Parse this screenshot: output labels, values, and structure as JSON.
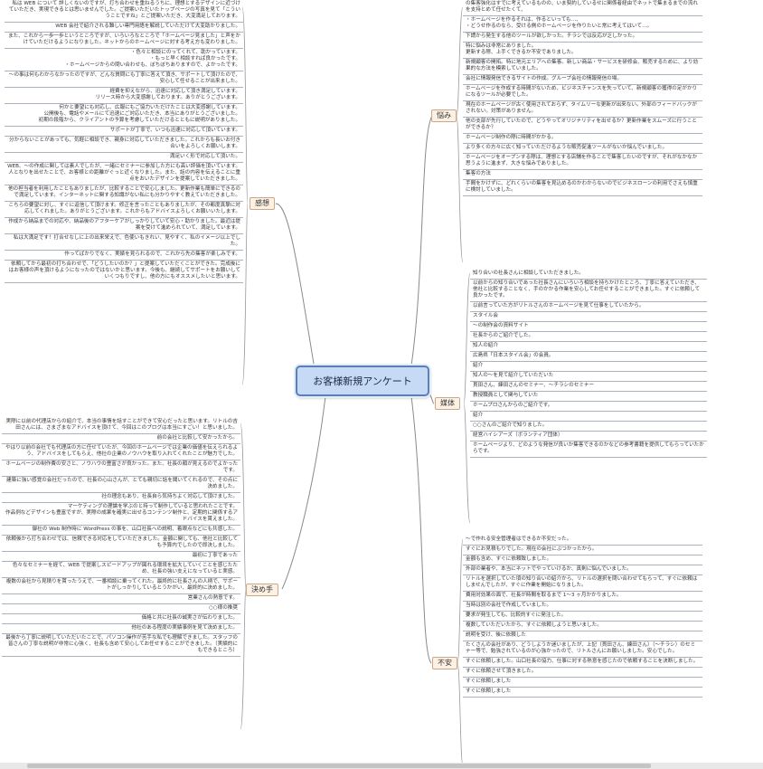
{
  "central": "お客様新規アンケート",
  "branches": {
    "kansou": "感想",
    "nayami": "悩み",
    "baitai": "媒体",
    "kimete": "決め手",
    "fuan": "不安"
  },
  "nayami_notes": [
    "の集客強化はすでに考えているものの、いま契約しているせに関係者経由でネットで集まるまでの流れを支持とめて任せたくて、",
    "・ホームページを作るそれは、作るといっても…、\n・どうせ作るのなら、受ける側のホームページを作りたいと常に考えてはいて…。",
    "下請から発生する他のツールが欲しかった。チラシでは反応が乏しかった。",
    "特に悩みは非常にありました。\n更新する際、上手くできるか不安でありました。",
    "新規顧客の開拓。特に地元エリアへの集客。新しい商品・サービスを研修会、販売するために、より効果的な方法を模索していました。",
    "会社に情報発信できるサイトの作成。グループ会社の情報発信の場。",
    "ホームページを作成する時間がないため、ビジネスチャンスを失っていて、新規顧客の獲得の足がかりになるツールが必要でした。",
    "現在のホームページが古く使用されておらず、タイムリーな更新が出来ない。外部のフィードバックがされない。対策がありません。",
    "他の支部が先行していたので、どうやってオリジナリティを出せるか？更新作業をスムーズに行うことができるか？",
    "ホームページ制作の際に時間がかかる。",
    "より多くの方々に広く知っていただけるような販売促進ツールがないか悩んでいました。",
    "ホームページをオープンする際は、理想とする店舗を作ることで集客したいのですが、それがなかなか思うように進まず、大きな悩みでありました。",
    "集客の方法",
    "手間をかけずに、どれくらいの集客を見込めるのかわからないのでビジネスローンの利用でさえも慎重に検討していました。"
  ],
  "kansou_notes": [
    "私は WEB について 詳しくないのですが、打ち合わせを重ねるうちに、理想とするデザインに近づけていただき、実現できるとは思いませんでした。ご提案いただいたトップページの写真を見て「こういうことですね」とご提案いただき、大変満足しております。",
    "WEB 会社で紹介される難しい専門用語を解説していただけて大変助かりました。",
    "また、これから一歩一歩というところですが、いろいろなところで「ホームページ見ました」と声をかけていただけるようになりました。ネットからのホームページに対する考え方も変わりました。",
    "・色々と相談にのってくれて、助かっています。\n・もっと早く相談すれば良かったです。\n・ホームページからの問い合わせも、ぼちぼちありますので、よかったです。",
    "～の事は何もわからなかったのですが、どんな質問にも丁寧に答えて頂き、サポートして頂けたので、安心して任せることが出来ました。",
    "経費を抑えながら、迅速に対応して頂き満足しています。\nリリース時から大変感謝しております。ありがとうございます。",
    "何かと要望にも対応し、広報にもご協力いただけたことは大変感謝しています。\n公開後も、電話やメールにて迅速にご対応いただき、本当にありがとうございました。\n初期の段階から、クライアントの予算を考慮していただけるとともに説明がありました。",
    "サポートが丁寧で、いつも迅速に対応して頂いています。",
    "分からないことがあっても、気軽に相談でき、親身に対応していただきました。これからも長いお付き合いをよろしくお願いします。",
    "満足いく形で対応して頂いた。",
    "WEB、～の作成に関しては素人でしたが、一緒にセミナーに参加した方にも高い評価を頂いています。人となりを出せたことで、お客様との距離がぐっと近くなりました。また、話の内容を伝えることに重点をおいたデザインを提案していただきました。",
    "他の担当者を利用したこともありましたが、比較することで安心しました。更新作業も簡単にできるので満足しています。インターネットに関する知識がない私にも分かりやすく教えていただきました。",
    "こちらの要望に対し、すぐに返信して頂けます。修正を言ったこともありましたが、その都度真摯に対応してくれました。ありがとうございます。これからもアドバイスよろしくお願いいたします。",
    "作成から納品までの対応や、納品後のアフターケアがしっかりしていて安心・助かりました。最近は提案を受けて進められていて、満足しています。",
    "私は大満足です！打合せなしに上の出来栄えで、色使いもきれい、見やすく、私のイメージ以上でした。",
    "作ってばかりでなく、実績を見られるので、これから先の集客が楽しみです。",
    "依頼してから最初の打ち合わせで、「どうしたいのか？」と提案していただくことができた。完成後にはお客様の声を頂けるようになったのではないかと思います。今後も、継続してサポートをお願いしていくつもりですし、他の方にもオススメしたいと思います。"
  ],
  "baitai_notes": [
    "知り合いの社長さんに相談していただきました。",
    "以前からの知り合いであった社長さんにいろいろ相談を持ちかけたところ、丁寧に答えていただき、他社と比較することなく、手のかかる作業を安心してお任せすることができました。すぐに依頼して良かったです。",
    "以前言っていた方がリトルさんのホームページを見て仕事をしていたから。",
    "スタイル会",
    "～の制作会の資料サイト",
    "社長からのご紹介でした。",
    "知人の紹介",
    "広島県「日本スタイル会」の会員。",
    "紹介",
    "知人の～を見て紹介していただいた",
    "貫田さん、練田さんのセミナー、～チラシのセミナー",
    "教授職員として関与していた",
    "ホームプロさんからのご紹介です。",
    "紹介",
    "○○さんのご紹介で知りました。",
    "経営ハイシアーズ（ボランティア団体）",
    "ホームページより、どのような発信が良いか集客できるのかなどの参考書籍を提供してもらっていたからです。"
  ],
  "kimete_notes": [
    "実際に以前の代理店からの紹介で、本当の事情を話すことができて安心だったと思います。リトルの吉田さんには、さまざまなアドバイスを頂けて、今回はこのブログは本当にすごい！と思いました。",
    "前の会社と比較して安かったから。",
    "やはり以前の会社でも代理店の方に任せていたが、今回のホームページでは企業の価値を伝えられるよう、アドバイスをしてもらえ、他社の企業のノウハウを取り入れてくれたことが魅力でした。",
    "ホームページの制作費の安さと、ノウハウの豊富さが良かった。また、社長の顔が見えるのでよかったです。",
    "建築に強い感覚の会社だったので、社長の心山さんが、とても親切に話を聞いてくれるので、その点に決めました。",
    "社の理念もあり、社長自ら気持ちよく対応して頂けました。",
    "マーケティングの理論を学ぶのと持って制作していると思われたことです。\n作品例などデザインも豊富ですが、実際の成果を確実に出せるコンテンツ制作と、定期的に関係するアドバイスを貰えました。",
    "御社の Web 制作時に WordPress の事を、山口社長への説明、着眼点などにも共感した。",
    "依頼後から打ち合わせでは、信頼できる対応をしていただきました。金額に関しても、他社と比較しても予算内でしたので即決しました。",
    "最初に丁寧であった",
    "色々なセミナーを経て、WEB で提案しスピードアップが図れる環境を拡大していくことを感じたため、社長の強い支えになっていると実感。",
    "複数の会社から見積りを貰ったうえで、一番相談に乗ってくれた。最終的に社長さんの人柄で、サポートがしっかりしているとうかがい、最終的に決めました。",
    "営業さんの熱意です。",
    "○○様の推奨",
    "価格と共に社長の誠実さが伝わりました。",
    "他社のある程度の実績事例を見て決めました。",
    "最後から丁寧に説明していただいたことで、パソコン操作が苦手な私でも理解できました。スタッフの皆さんの丁寧な説明が非常に心強く、社長も含めて安心してお任せすることができました。（実績的にもできるところ）"
  ],
  "fuan_notes": [
    "～で作れる安全管理者はできるか不安だった。",
    "すぐにお見積もりでした。現在の会社にぶつかったから。",
    "金額も含め、すぐに依頼致しました。",
    "外部の業者や、本当にネットでやっていけるか、真剣に悩んでいました。",
    "リトルを選択していた頃の知り合いの紹介から、リトルの選択を問い合わせてもらって、すぐに依頼はしませんでしたが、すぐに作業を開始になりました。",
    "費用対効果の面で、社長が時間を取るまで 1～3 ヶ月かかりました。",
    "当時は別の会社で作成していました。",
    "要求が発生しても、比較的すぐに発注した。",
    "複数していただいたから、すぐに依頼しようと思いました。",
    "説明を受け、後に依頼した",
    "たくさんの会社があり、どうしようか迷いましたが、上記（貫田さん、練田さん）（～チラシ）のセミナー等で、勉強されているのが心強かったので、リトルさんにお願いしました。安心でした。",
    "すぐに依頼しました。山口社長の協力、仕事に対する熱意を感じたので依頼することを決断しました。",
    "すぐに依頼させて頂きました。",
    "すぐに依頼しました",
    "すぐに依頼しました"
  ]
}
